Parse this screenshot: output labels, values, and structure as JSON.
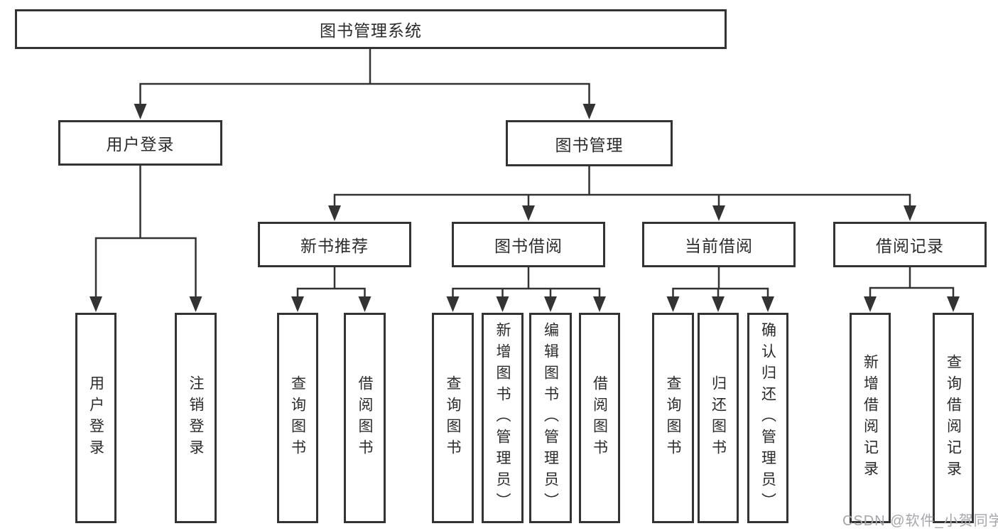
{
  "diagram": {
    "root": {
      "label": "图书管理系统"
    },
    "level2": [
      {
        "label": "用户登录",
        "children": [
          "用户登录",
          "注销登录"
        ]
      },
      {
        "label": "图书管理"
      }
    ],
    "level3": [
      {
        "label": "新书推荐",
        "children": [
          "查询图书",
          "借阅图书"
        ]
      },
      {
        "label": "图书借阅",
        "children": [
          "查询图书",
          "新增图书（管理员）",
          "编辑图书（管理员）",
          "借阅图书"
        ]
      },
      {
        "label": "当前借阅",
        "children": [
          "查询图书",
          "归还图书",
          "确认归还（管理员）"
        ]
      },
      {
        "label": "借阅记录",
        "children": [
          "新增借阅记录",
          "查询借阅记录"
        ]
      }
    ],
    "watermark": "CSDN @软件_小贺同学",
    "colors": {
      "line": "#333333",
      "text": "#2b2b2b",
      "watermark": "#a6a6ab",
      "background": "#ffffff"
    }
  }
}
